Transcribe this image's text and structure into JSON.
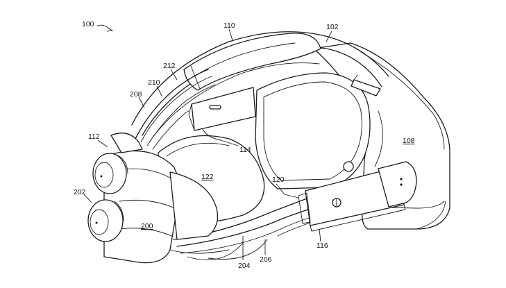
{
  "figure": {
    "reference_numerals": {
      "headset": "100",
      "frame": "102",
      "rear_housing": "108",
      "top_strap": "110",
      "eyepiece": "112",
      "slot": "114",
      "side_module": "116",
      "side_rail": "120",
      "inner_shell": "122",
      "front_housing": "200",
      "lower_lens": "202",
      "lower_cable_a": "204",
      "lower_cable_b": "206",
      "cable_a": "208",
      "cable_b": "210",
      "cable_c": "212"
    }
  }
}
